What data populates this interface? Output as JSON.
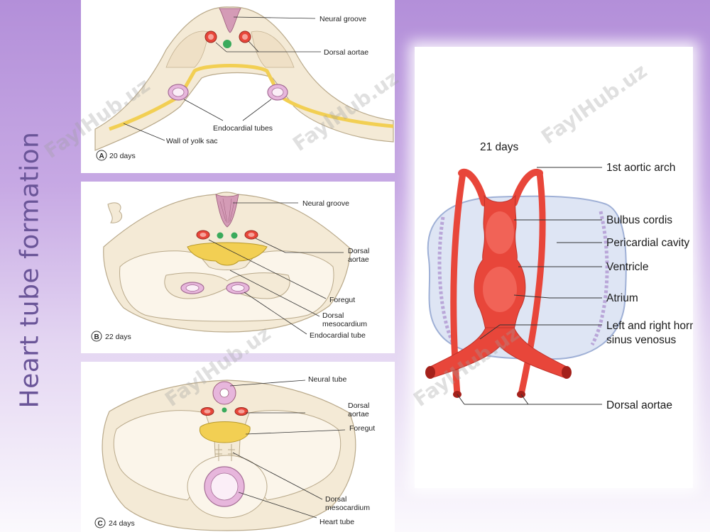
{
  "slide": {
    "title": "Heart tube formation"
  },
  "watermark": "FaylHub.uz",
  "panel_a": {
    "letter": "A",
    "age": "20 days",
    "labels": {
      "neural_groove": "Neural groove",
      "dorsal_aortae": "Dorsal aortae",
      "endocardial_tubes": "Endocardial tubes",
      "wall_of_yolk_sac": "Wall of yolk sac"
    }
  },
  "panel_b": {
    "letter": "B",
    "age": "22 days",
    "labels": {
      "neural_groove": "Neural groove",
      "dorsal_aortae_1": "Dorsal",
      "dorsal_aortae_2": "aortae",
      "foregut": "Foregut",
      "dorsal_mesocardium_1": "Dorsal",
      "dorsal_mesocardium_2": "mesocardium",
      "endocardial_tube": "Endocardial tube"
    }
  },
  "panel_c": {
    "letter": "C",
    "age": "24 days",
    "labels": {
      "neural_tube": "Neural tube",
      "dorsal_aortae_1": "Dorsal",
      "dorsal_aortae_2": "aortae",
      "foregut": "Foregut",
      "dorsal_mesocardium_1": "Dorsal",
      "dorsal_mesocardium_2": "mesocardium",
      "heart_tube": "Heart tube"
    }
  },
  "panel_d": {
    "age": "21 days",
    "labels": {
      "first_aortic_arch": "1st aortic arch",
      "bulbus_cordis": "Bulbus cordis",
      "pericardial_cavity": "Pericardial cavity",
      "ventricle": "Ventricle",
      "atrium": "Atrium",
      "horns_1": "Left and right horns",
      "horns_2": "sinus venosus",
      "dorsal_aortae": "Dorsal aortae"
    }
  },
  "colors": {
    "tissue": "#f4ead6",
    "tissue_outline": "#b9a98a",
    "yolk": "#f2cf53",
    "aorta": "#e8463a",
    "endocardial": "#e7b6dc",
    "neural": "#c98aa8",
    "pericardium": "#d6def1"
  }
}
